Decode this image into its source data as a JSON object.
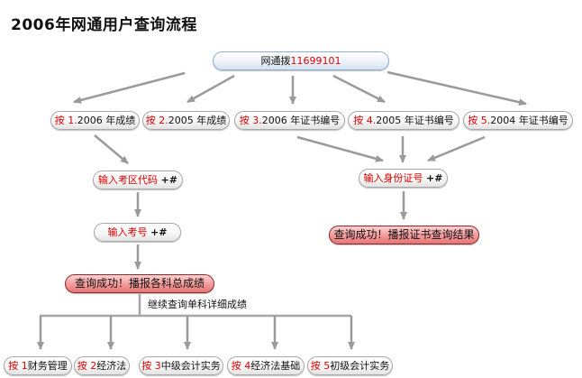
{
  "title": "2006年网通用户查询流程",
  "start": {
    "text": "网通拨",
    "number": "11699101"
  },
  "options": [
    {
      "key": "按 1.",
      "text": "2006 年成绩"
    },
    {
      "key": "按 2.",
      "text": "2005 年成绩"
    },
    {
      "key": "按 3.",
      "text": "2006 年证书编号"
    },
    {
      "key": "按 4.",
      "text": "2005 年证书编号"
    },
    {
      "key": "按 5.",
      "text": "2004 年证书编号"
    }
  ],
  "score_branch": {
    "input_area": {
      "text": "输入考区代码",
      "suffix": "+#"
    },
    "input_exam": {
      "text": "输入考号",
      "suffix": "+#"
    },
    "result": "查询成功！播报各科总成绩",
    "continue_label": "继续查询单科详细成绩",
    "subjects": [
      {
        "key": "按 1",
        "text": "财务管理"
      },
      {
        "key": "按 2",
        "text": "经济法"
      },
      {
        "key": "按 3",
        "text": "中级会计实务"
      },
      {
        "key": "按 4",
        "text": "经济法基础"
      },
      {
        "key": "按 5",
        "text": "初级会计实务"
      }
    ]
  },
  "cert_branch": {
    "input_id": {
      "text": "输入身份证号",
      "suffix": "+#"
    },
    "result": "查询成功！播报证书查询结果"
  },
  "colors": {
    "accent": "#e00000",
    "arrow": "#9a9a9a",
    "result_fill": "#f39a9a"
  }
}
